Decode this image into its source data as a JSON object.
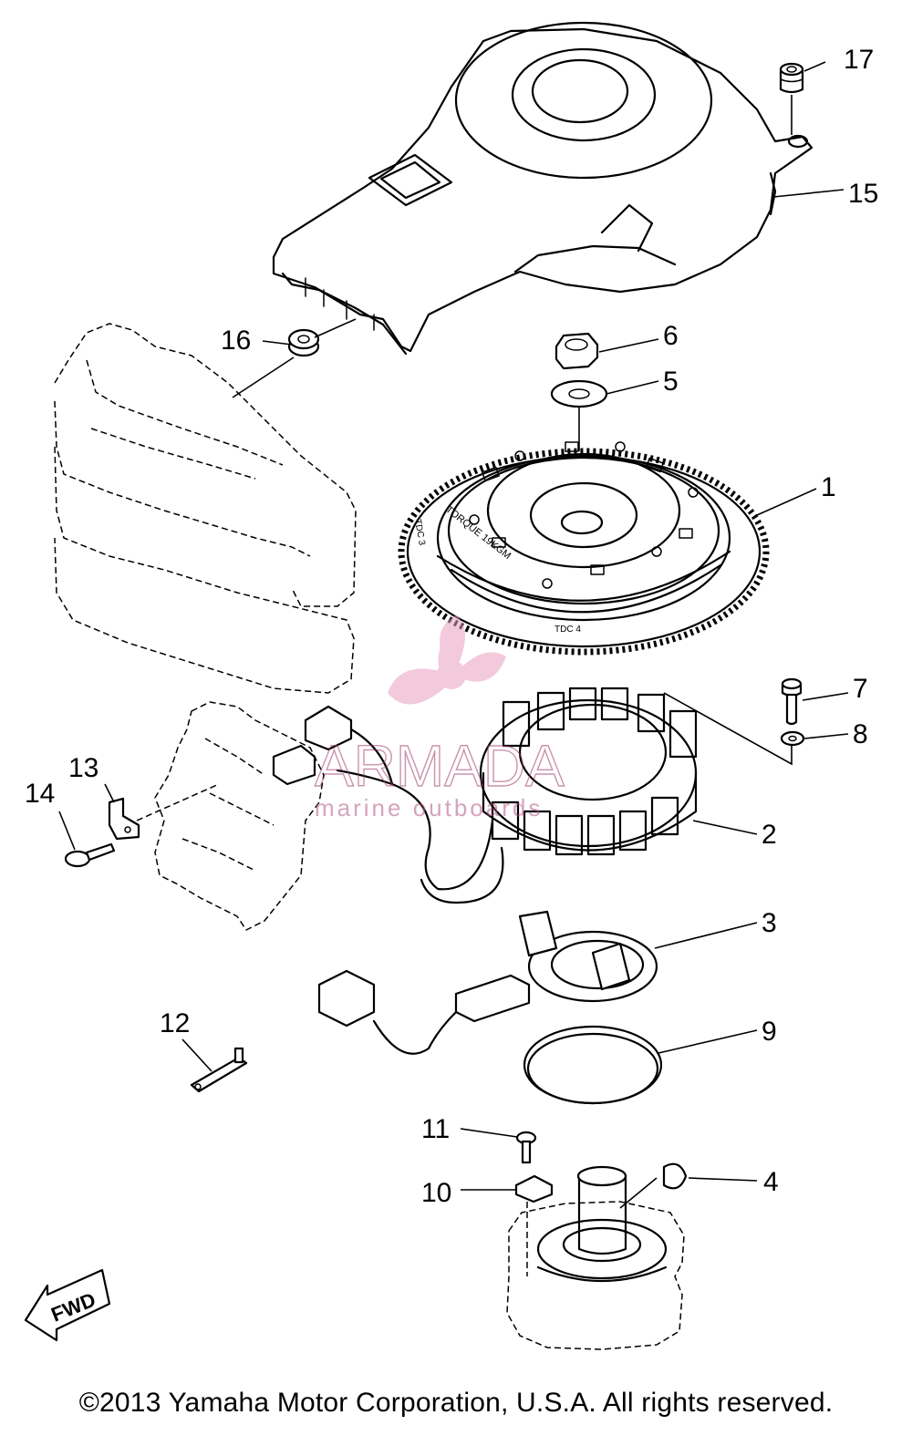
{
  "parts": [
    {
      "id": "1",
      "label": "1"
    },
    {
      "id": "2",
      "label": "2"
    },
    {
      "id": "3",
      "label": "3"
    },
    {
      "id": "4",
      "label": "4"
    },
    {
      "id": "5",
      "label": "5"
    },
    {
      "id": "6",
      "label": "6"
    },
    {
      "id": "7",
      "label": "7"
    },
    {
      "id": "8",
      "label": "8"
    },
    {
      "id": "9",
      "label": "9"
    },
    {
      "id": "10",
      "label": "10"
    },
    {
      "id": "11",
      "label": "11"
    },
    {
      "id": "12",
      "label": "12"
    },
    {
      "id": "13",
      "label": "13"
    },
    {
      "id": "14",
      "label": "14"
    },
    {
      "id": "15",
      "label": "15"
    },
    {
      "id": "16",
      "label": "16"
    },
    {
      "id": "17",
      "label": "17"
    }
  ],
  "flywheel_markings": {
    "torque": "TORQUE 19KGM",
    "tdc3": "TDC 3",
    "tdc4": "TDC 4"
  },
  "direction_arrow": {
    "text": "FWD"
  },
  "watermark": {
    "brand": "ARMADA",
    "tagline": "marine outboards",
    "color": "#e8a0c0"
  },
  "copyright": "©2013 Yamaha Motor Corporation, U.S.A. All rights reserved."
}
